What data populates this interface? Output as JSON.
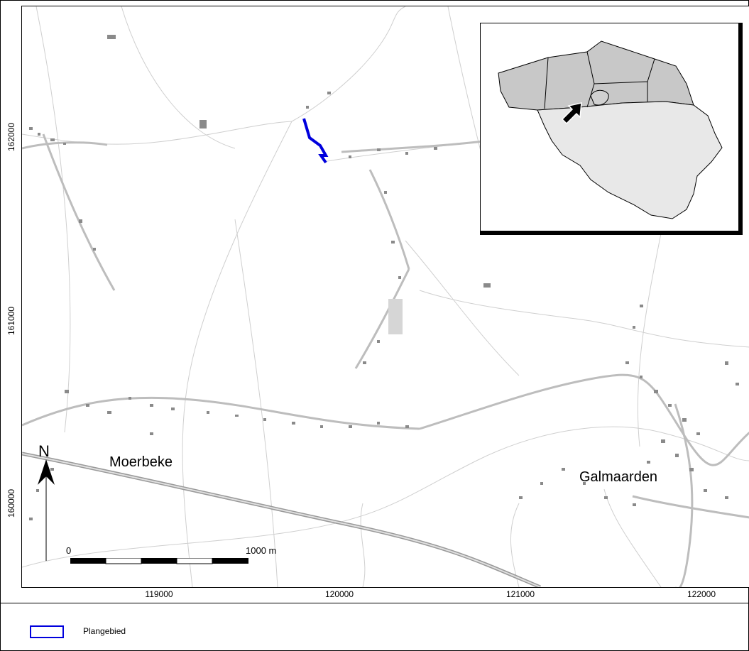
{
  "map": {
    "y_ticks": [
      "162000",
      "161000",
      "160000"
    ],
    "x_ticks": [
      "119000",
      "120000",
      "121000",
      "122000"
    ],
    "places": [
      "Moerbeke",
      "Galmaarden"
    ],
    "north_label": "N",
    "scale": {
      "start_label": "0",
      "end_label": "1000 m"
    },
    "study_area_color": "#0000dd",
    "road_color": "#c4c4c4",
    "building_color": "#8a8a8a"
  },
  "legend": {
    "label": "Plangebied",
    "swatch_color": "#0000dd"
  },
  "inset": {
    "flanders_color": "#c8c8c8",
    "wallonia_color": "#e8e8e8",
    "pointer_icon": "arrow-icon"
  }
}
